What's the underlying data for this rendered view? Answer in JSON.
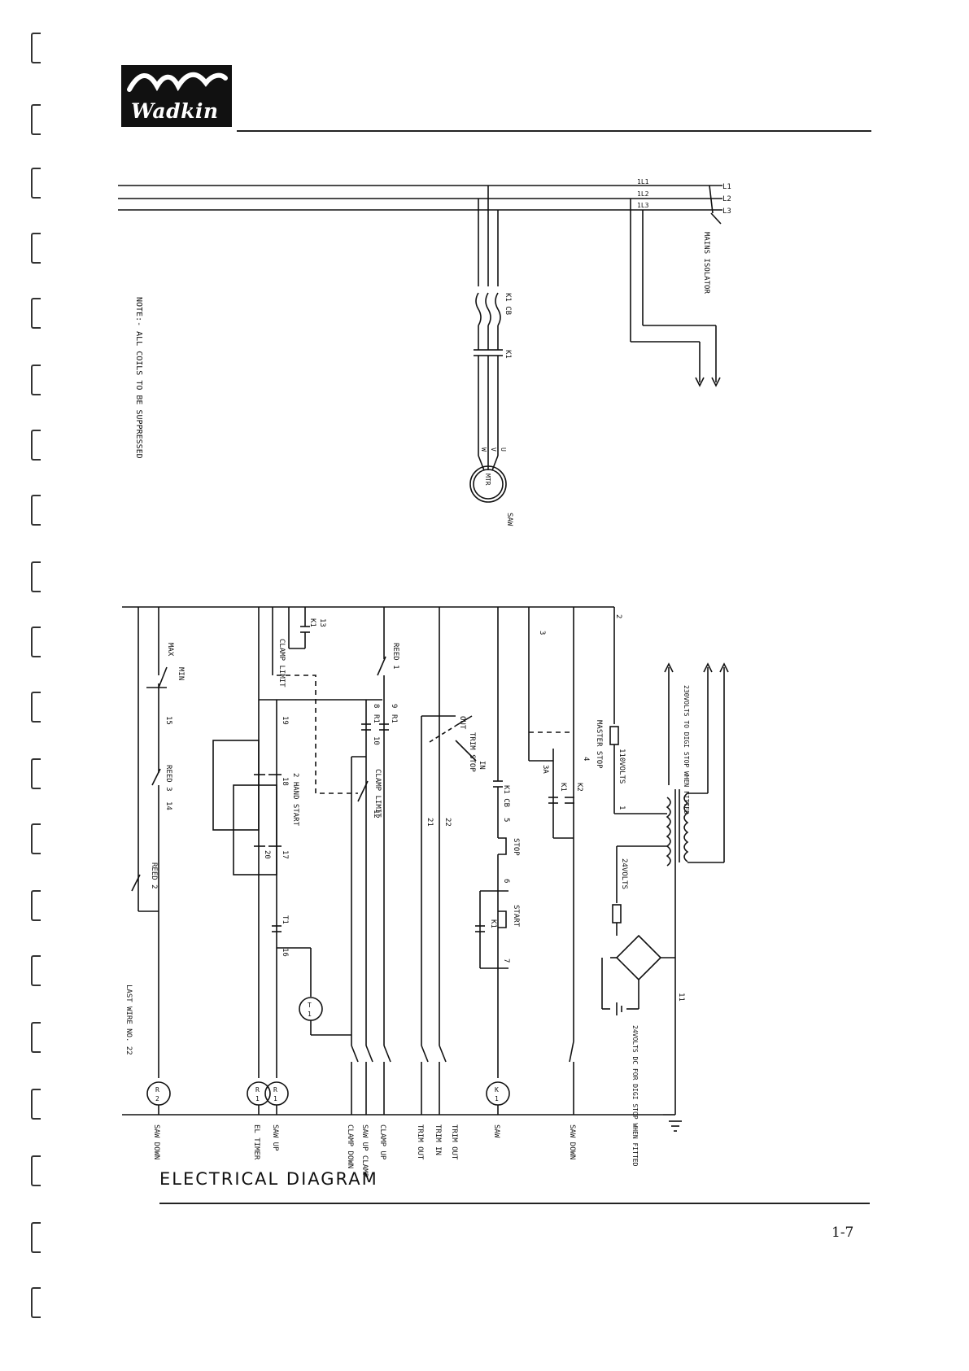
{
  "logo": {
    "text": "Wadkin"
  },
  "supply": {
    "lines": [
      "L1",
      "L2",
      "L3"
    ],
    "lines_in": [
      "1L1",
      "1L2",
      "1L3"
    ],
    "isolator": "MAINS ISOLATOR"
  },
  "note": "NOTE:- ALL COILS TO BE SUPPRESSED",
  "motor": {
    "contactor_cb": "K1 CB",
    "contactor": "K1",
    "terminals": [
      "W",
      "V",
      "U"
    ],
    "symbol": "MTR",
    "label": "SAW"
  },
  "control": {
    "wires": [
      "1",
      "2",
      "3",
      "4",
      "5",
      "6",
      "7",
      "8",
      "9",
      "10",
      "11",
      "12",
      "13",
      "14",
      "15",
      "16",
      "17",
      "18",
      "19",
      "20",
      "21",
      "22",
      "3A"
    ],
    "contact_labels": {
      "k1_13": "K1",
      "clamp_limit_top": "CLAMP LIMIT",
      "clamp_limit_mid": "CLAMP LIMIT",
      "reed1": "REED 1",
      "reed2": "REED 2",
      "reed3": "REED 3",
      "max": "MAX",
      "min": "MIN",
      "r1a": "R1",
      "r1b": "R1",
      "k1_hold": "K1",
      "k1_cb": "K1 CB",
      "k2": "K2",
      "t1": "T1",
      "trim_stop": "TRIM STOP",
      "out": "OUT",
      "in": "IN",
      "two_hand_start": "2 HAND START",
      "master_stop": "MASTER STOP",
      "stop": "STOP",
      "start": "START",
      "k1_start": "K1",
      "k1a": "K1",
      "k1b": "K1"
    },
    "transformer": {
      "primary_note": "230VOLTS TO DIGI STOP WHEN FITTED",
      "secondary_110": "110VOLTS",
      "secondary_24": "24VOLTS",
      "dc_note": "24VOLTS DC FOR DIGI STOP WHEN FITTED"
    },
    "coil_symbols": {
      "r2": [
        "R",
        "2"
      ],
      "r1a": [
        "R",
        "1"
      ],
      "r1b": [
        "R",
        "1"
      ],
      "k1": [
        "K",
        "1"
      ],
      "t1": [
        "T",
        "1"
      ]
    },
    "outputs": [
      "SAW DOWN",
      "EL TIMER",
      "SAW UP",
      "CLAMP DOWN",
      "SAW UP CLAMP",
      "CLAMP UP",
      "TRIM OUT",
      "TRIM IN",
      "TRIM OUT",
      "SAW",
      "SAW DOWN"
    ],
    "last_wire": "LAST WIRE NO. 22"
  },
  "title": "ELECTRICAL DIAGRAM",
  "page_number": "1-7"
}
